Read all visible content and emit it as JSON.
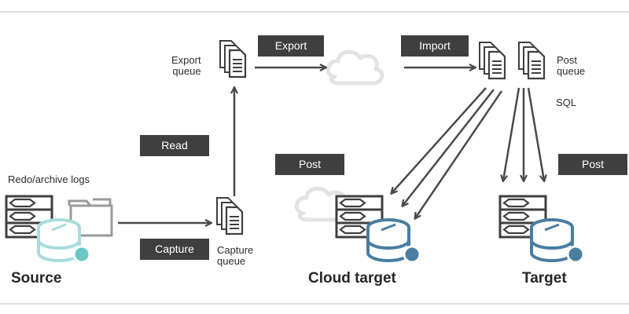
{
  "labels": {
    "export_queue": [
      "Export",
      "queue"
    ],
    "capture_queue": [
      "Capture",
      "queue"
    ],
    "post_queue": [
      "Post",
      "queue"
    ],
    "sql": "SQL",
    "redo_logs": "Redo/archive logs"
  },
  "tags": {
    "export": "Export",
    "import": "Import",
    "read": "Read",
    "post_cloud": "Post",
    "capture": "Capture",
    "post_target": "Post"
  },
  "nodes": {
    "source": "Source",
    "cloud_target": "Cloud target",
    "target": "Target"
  },
  "colors": {
    "dark": "#3f3f3f",
    "line": "#4a4a4a",
    "source_db": "#a8dcdc",
    "source_db_dot": "#6cc6c6",
    "target_db": "#4a7da2",
    "cloud": "#e3e3e3",
    "folder": "#9a9a9a",
    "rule": "#bfbfbf"
  }
}
